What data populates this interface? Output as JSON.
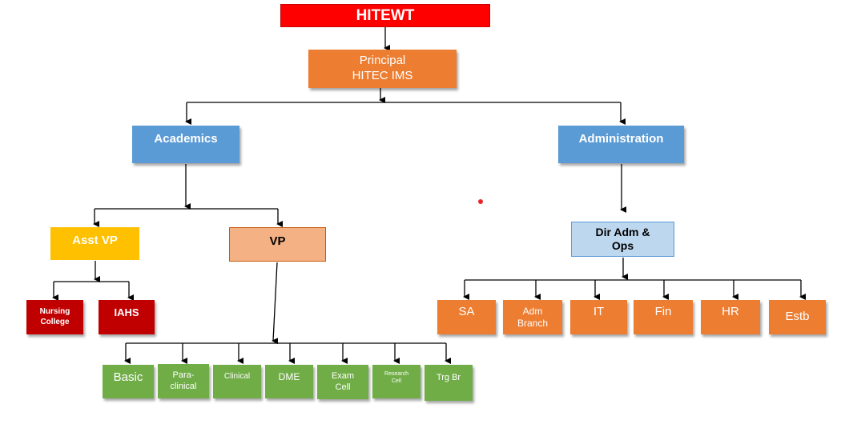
{
  "colors": {
    "top": "#ff0000",
    "orange": "#ed7d31",
    "blue": "#5b9bd5",
    "lightblue": "#bdd7ee",
    "yellow": "#ffc000",
    "salmon": "#f4b183",
    "darkred": "#c00000",
    "green": "#70ad47",
    "line": "#000000"
  },
  "nodes": {
    "hitewt": "HITEWT",
    "principal": "Principal\nHITEC IMS",
    "academics": "Academics",
    "administration": "Administration",
    "asst_vp": "Asst VP",
    "vp": "VP",
    "dir_adm_ops": "Dir Adm &\nOps",
    "nursing_college": "Nursing\nCollege",
    "iahs": "IAHS",
    "basic": "Basic",
    "para_clinical": "Para-\nclinical",
    "clinical": "Clinical",
    "dme": "DME",
    "exam_cell": "Exam\nCell",
    "research_cell": "Research\nCell",
    "trg_br": "Trg Br",
    "sa": "SA",
    "adm_branch": "Adm\nBranch",
    "it": "IT",
    "fin": "Fin",
    "hr": "HR",
    "estb": "Estb"
  }
}
